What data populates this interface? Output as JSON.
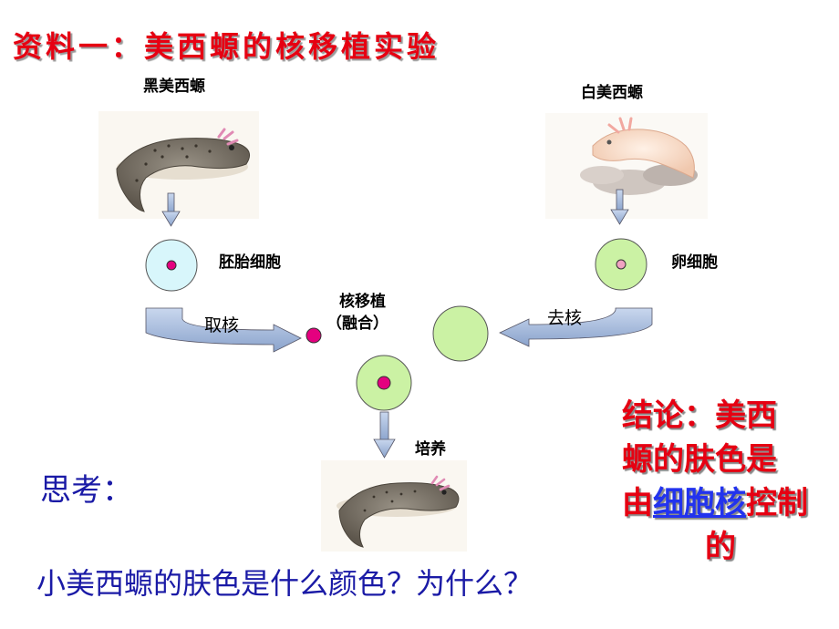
{
  "title": "资料一：美西螈的核移植实验",
  "labels": {
    "black_axolotl": "黑美西螈",
    "white_axolotl": "白美西螈",
    "embryo_cell": "胚胎细胞",
    "egg_cell": "卵细胞",
    "take_nucleus": "取核",
    "remove_nucleus": "去核",
    "transfer_line1": "核移植",
    "transfer_line2": "（融合）",
    "culture": "培养"
  },
  "think": "思考：",
  "question": "小美西螈的肤色是什么颜色？为什么？",
  "conclusion": {
    "line1": "结论：美西",
    "line2": "螈的肤色是",
    "line3_pre": "由",
    "line3_highlight": "细胞核",
    "line3_post": "控制",
    "line4": "的"
  },
  "colors": {
    "title_red": "#e60012",
    "question_blue": "#1a1aa6",
    "highlight_blue": "#2233ee",
    "cyan_cell": "#d8f6fb",
    "green_cell": "#cbf2a4",
    "magenta_nucleus": "#e4007f",
    "pink_nucleus": "#f1a3c2",
    "arrow_blue": "#9fb4d6"
  }
}
